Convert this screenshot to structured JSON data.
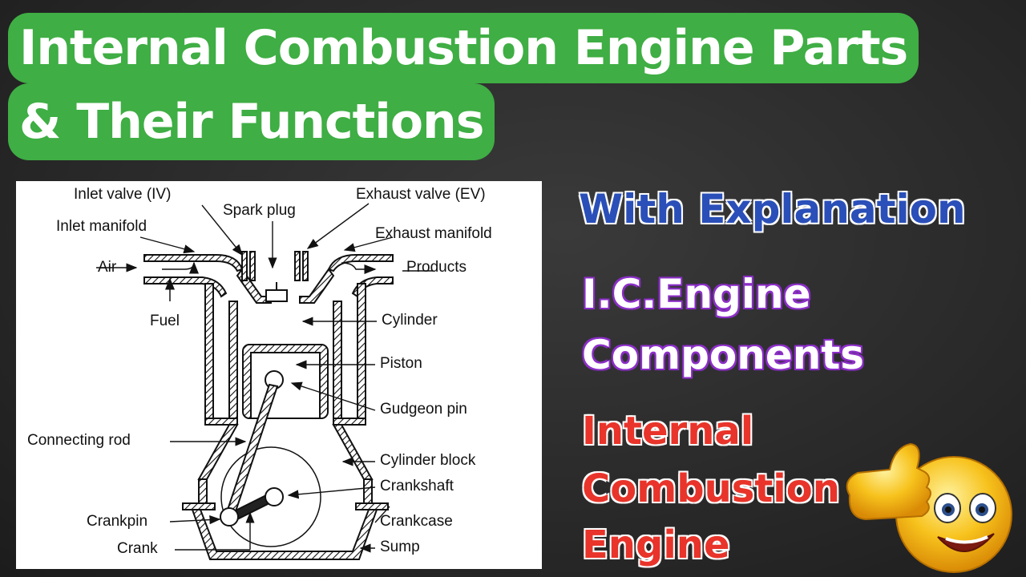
{
  "title": {
    "line1": "Internal Combustion Engine Parts",
    "line2": "& Their Functions"
  },
  "side": {
    "with_explanation": "With Explanation",
    "ic_line1": "I.C.Engine",
    "ic_line2": "Components",
    "red_line1": "Internal",
    "red_line2": "Combustion",
    "red_line3": "Engine"
  },
  "diagram": {
    "labels": {
      "inlet_valve": "Inlet valve (IV)",
      "spark_plug": "Spark plug",
      "exhaust_valve": "Exhaust valve (EV)",
      "inlet_manifold": "Inlet manifold",
      "exhaust_manifold": "Exhaust manifold",
      "air": "Air",
      "products": "Products",
      "fuel": "Fuel",
      "cylinder": "Cylinder",
      "piston": "Piston",
      "gudgeon_pin": "Gudgeon pin",
      "connecting_rod": "Connecting rod",
      "cylinder_block": "Cylinder block",
      "crankshaft": "Crankshaft",
      "crankpin": "Crankpin",
      "crankcase": "Crankcase",
      "crank": "Crank",
      "sump": "Sump"
    }
  },
  "colors": {
    "title_bg": "#3fae44",
    "explanation_blue": "#2a4fb8",
    "components_purple": "#8d2fc9",
    "engine_red": "#e8342a"
  },
  "icons": {
    "emoji": "thumbs-up-smiley-icon"
  }
}
